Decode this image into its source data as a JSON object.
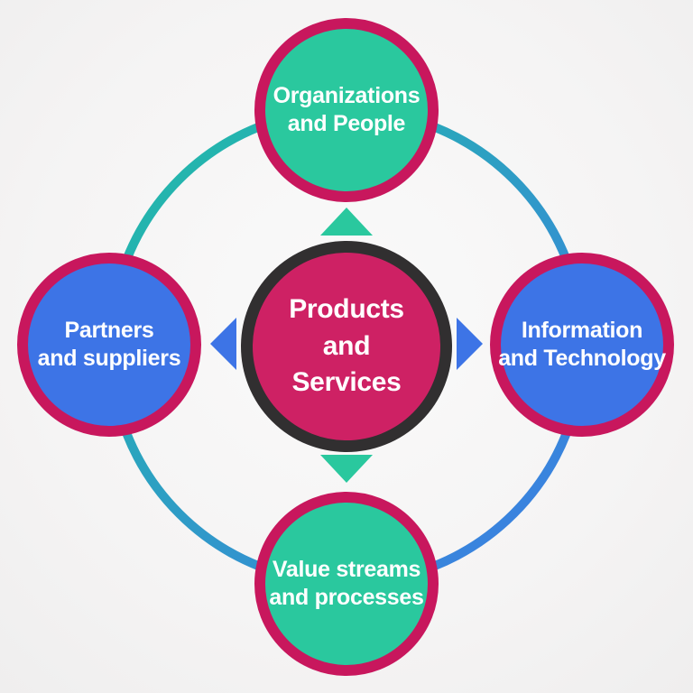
{
  "diagram": {
    "center": {
      "label": "Products\nand\nServices"
    },
    "bubbles": {
      "top": {
        "label": "Organizations\nand People"
      },
      "right": {
        "label": "Information\nand Technology"
      },
      "bottom": {
        "label": "Value streams\nand processes"
      },
      "left": {
        "label": "Partners\nand suppliers"
      }
    }
  },
  "colors": {
    "teal": "#2ac89e",
    "blue": "#3d74e6",
    "crimson_border": "#c8175d",
    "center_fill": "#ce2164",
    "center_ring": "#312f30",
    "ring_gradient_start": "#1fbfa4",
    "ring_gradient_end": "#3e79e8",
    "label_text": "#ffffff",
    "background": "#f5f4f4"
  }
}
